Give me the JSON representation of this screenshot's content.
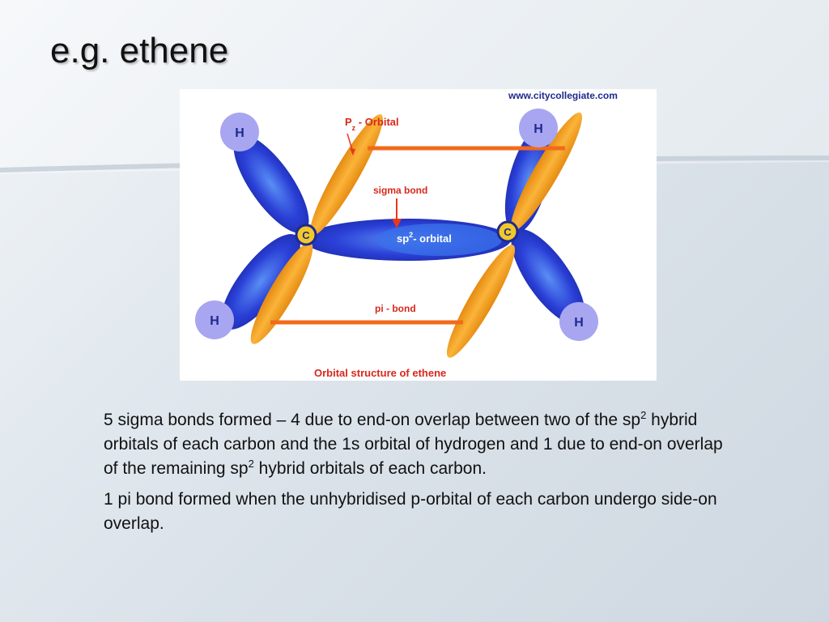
{
  "slide": {
    "title": "e.g. ethene"
  },
  "diagram": {
    "watermark": "www.citycollegiate.com",
    "pz_label_main": "P",
    "pz_label_sub": "z",
    "pz_label_rest": " - Orbital",
    "sigma_label": "sigma bond",
    "sp2_label_main": "sp",
    "sp2_label_sup": "2",
    "sp2_label_rest": "- orbital",
    "pi_label": "pi - bond",
    "caption": "Orbital structure of ethene",
    "hydrogen_symbol": "H",
    "carbon_symbol": "C",
    "colors": {
      "blue_lobe": "#2a3fd6",
      "orange_lobe": "#f7a21e",
      "bond_line": "#f26a1b",
      "arrow": "#e8381c",
      "label_red": "#d8281c",
      "label_navy": "#1f2a8c",
      "hydrogen_fill": "#a8a6f0"
    }
  },
  "text": {
    "p1_a": "5 sigma bonds formed – 4 due to end-on overlap between two of the sp",
    "p1_sup1": "2",
    "p1_b": " hybrid orbitals of each carbon and the 1s orbital of hydrogen and 1 due to end-on overlap of the remaining sp",
    "p1_sup2": "2",
    "p1_c": " hybrid orbitals of each carbon.",
    "p2": "1 pi bond formed when the unhybridised p-orbital of each carbon undergo side-on overlap."
  }
}
